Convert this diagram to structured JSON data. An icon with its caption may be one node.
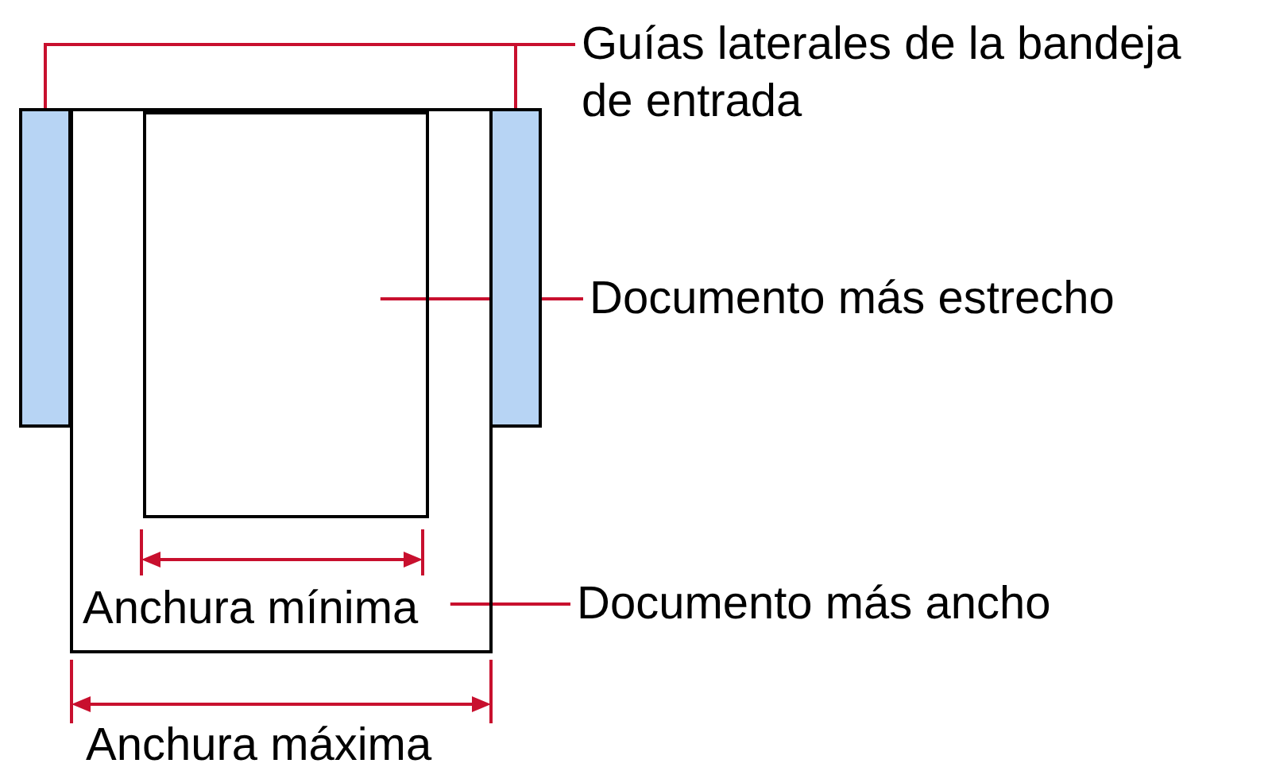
{
  "diagram": {
    "nodes": [
      {
        "text": [
          "Guías laterales de la bandeja de entrada"
        ]
      },
      {
        "text": [],
        "shape": "box"
      },
      {
        "text": [],
        "shape": "box"
      },
      {
        "text": [],
        "shape": "box"
      },
      {
        "text": [],
        "shape": "box",
        "in": 3
      },
      {
        "text": [
          "Documento más estrecho"
        ]
      },
      {
        "text": [
          "Documento más ancho"
        ]
      }
    ],
    "edges": [
      {
        "from": 0,
        "to": 1,
        "arrow": "none"
      },
      {
        "from": 0,
        "to": 2,
        "arrow": "none"
      },
      {
        "from": 5,
        "to": 4,
        "arrow": "none"
      },
      {
        "from": 6,
        "to": 3,
        "arrow": "none"
      }
    ],
    "labels": [
      "Anchura mínima",
      "Anchura máxima"
    ]
  }
}
